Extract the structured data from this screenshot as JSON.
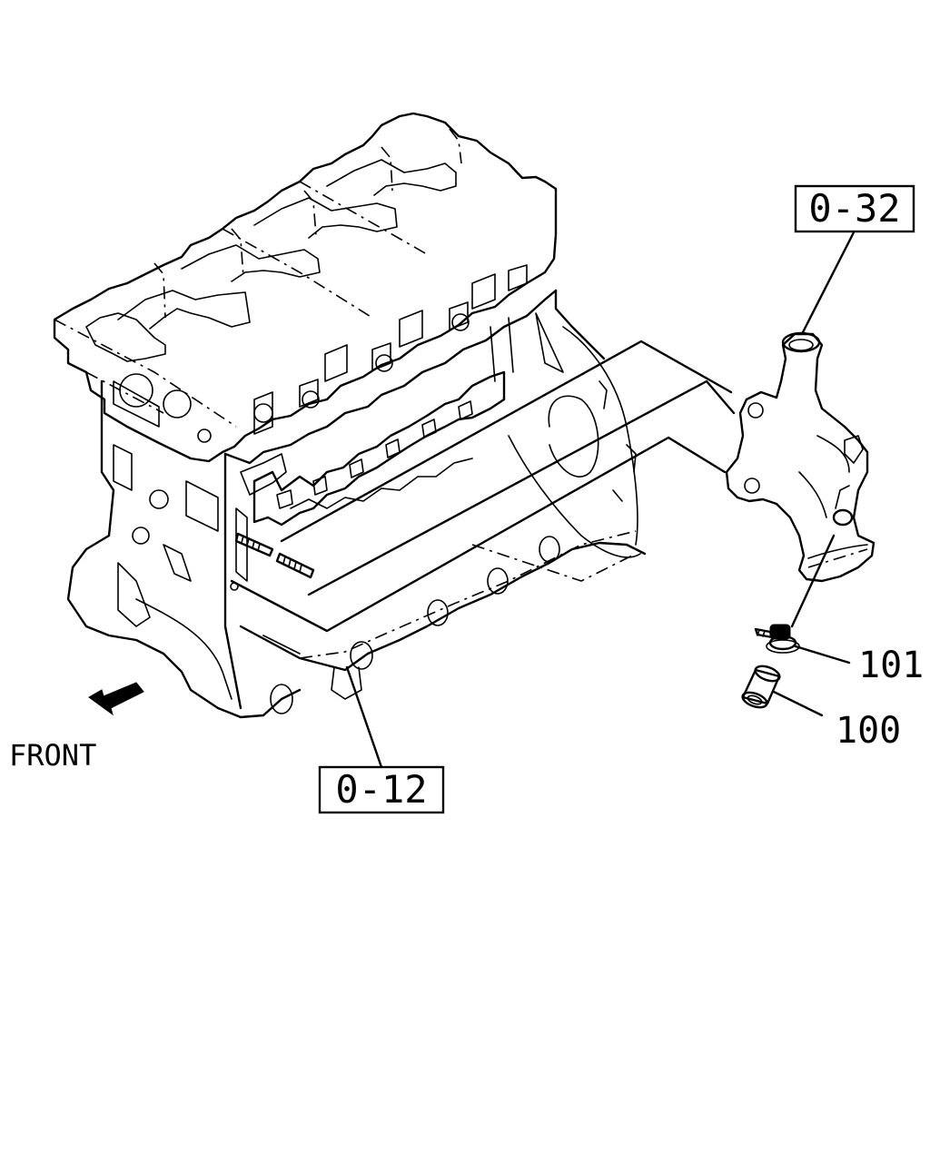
{
  "references": {
    "water_pump_ref": "0-32",
    "cylinder_block_ref": "0-12"
  },
  "parts": {
    "bolt_part": "101",
    "sleeve_part": "100"
  },
  "direction": {
    "label": "FRONT"
  }
}
